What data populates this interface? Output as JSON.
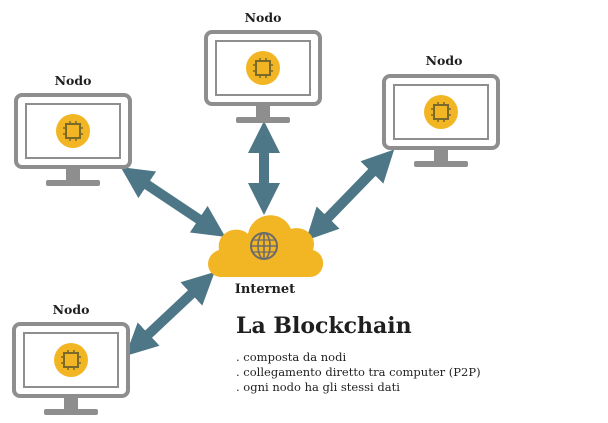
{
  "diagram": {
    "node_label": "Nodo",
    "hub_label": "Internet",
    "title": "La Blockchain",
    "bullets": [
      ". composta da nodi",
      ". collegamento diretto tra computer (P2P)",
      ". ogni nodo ha gli stessi dati"
    ]
  },
  "colors": {
    "monitor_stroke": "#8e8e8e",
    "chip_fill": "#f2b625",
    "chip_stroke": "#7a6a2a",
    "arrow": "#4d7686",
    "cloud": "#f2b625",
    "globe": "#6b6b6b"
  },
  "icons": [
    "monitor-icon",
    "chip-icon",
    "cloud-icon",
    "globe-icon",
    "double-arrow-icon"
  ]
}
